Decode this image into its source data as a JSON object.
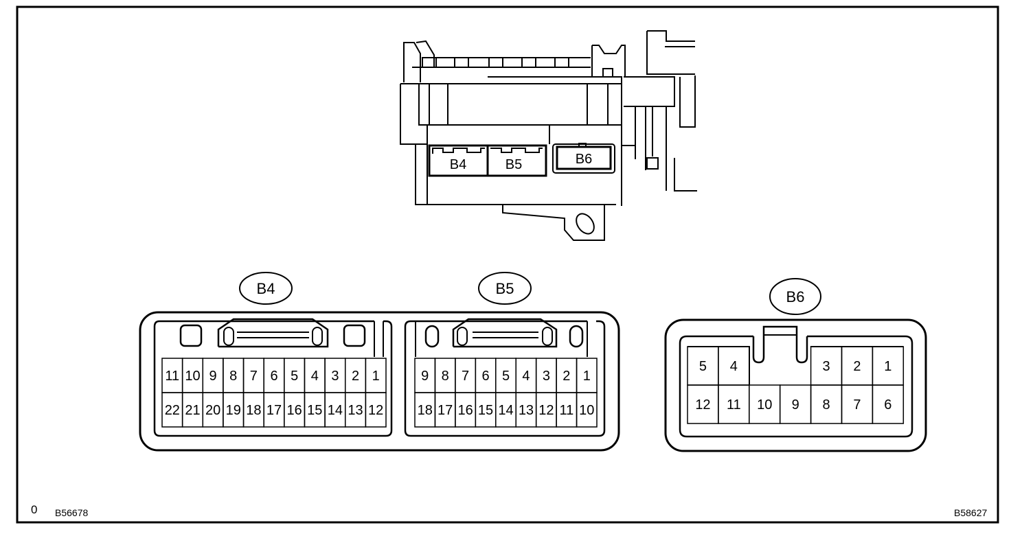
{
  "housing": {
    "labels": {
      "b4": "B4",
      "b5": "B5",
      "b6": "B6"
    }
  },
  "connectors": {
    "b4": {
      "label": "B4",
      "top_row": [
        "11",
        "10",
        "9",
        "8",
        "7",
        "6",
        "5",
        "4",
        "3",
        "2",
        "1"
      ],
      "bottom_row": [
        "22",
        "21",
        "20",
        "19",
        "18",
        "17",
        "16",
        "15",
        "14",
        "13",
        "12"
      ]
    },
    "b5": {
      "label": "B5",
      "top_row": [
        "9",
        "8",
        "7",
        "6",
        "5",
        "4",
        "3",
        "2",
        "1"
      ],
      "bottom_row": [
        "18",
        "17",
        "16",
        "15",
        "14",
        "13",
        "12",
        "11",
        "10"
      ]
    },
    "b6": {
      "label": "B6",
      "top_left": [
        "5",
        "4"
      ],
      "top_right": [
        "3",
        "2",
        "1"
      ],
      "bottom_row": [
        "12",
        "11",
        "10",
        "9",
        "8",
        "7",
        "6"
      ]
    }
  },
  "footer": {
    "marker": "0",
    "left_code": "B56678",
    "right_code": "B58627"
  }
}
